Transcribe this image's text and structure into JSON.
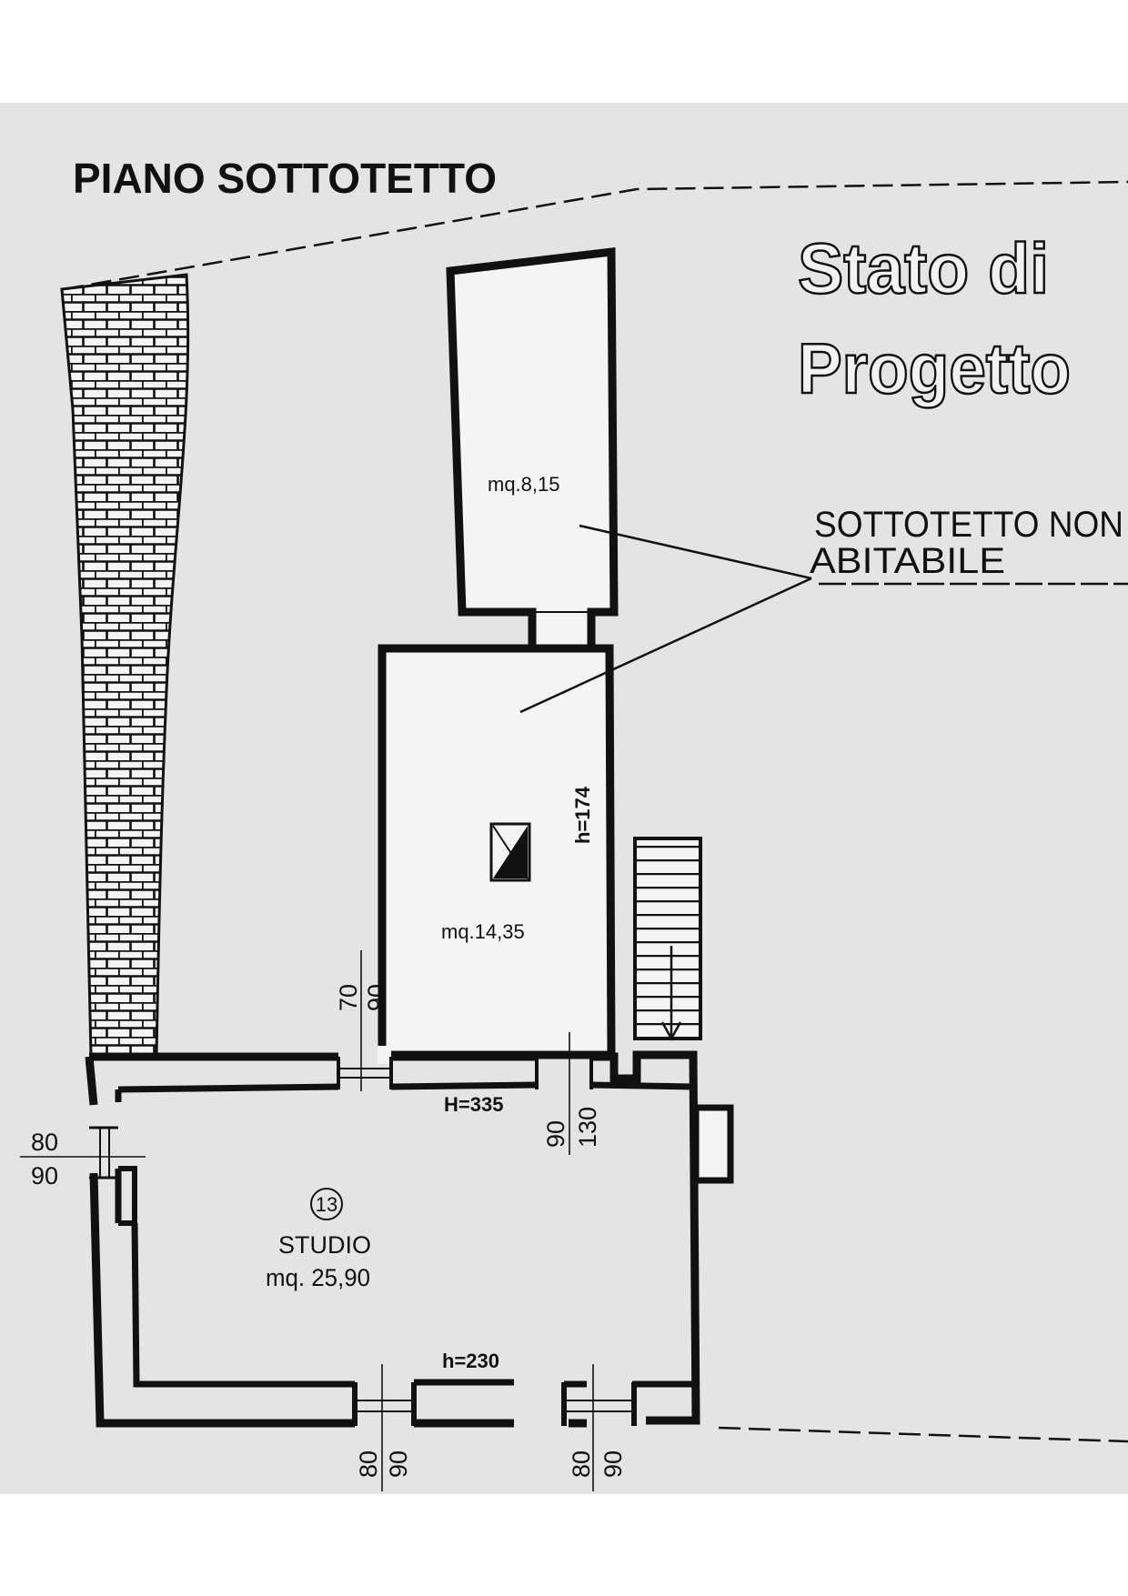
{
  "title": "PIANO SOTTOTETTO",
  "stamp": {
    "line1": "Stato di",
    "line2": "Progetto"
  },
  "rooms": {
    "upper": {
      "area": "mq.8,15"
    },
    "middle": {
      "area": "mq.14,35",
      "height": "h=174"
    },
    "studio": {
      "number": "13",
      "name": "STUDIO",
      "area": "mq. 25,90",
      "height_top": "H=335",
      "height_bottom": "h=230"
    }
  },
  "callout": {
    "line1": "SOTTOTETTO NON",
    "line2": "ABITABILE"
  },
  "openings": {
    "middle_left": {
      "a": "70",
      "b": "90"
    },
    "middle_right": {
      "a": "90",
      "b": "130"
    },
    "west": {
      "a": "80",
      "b": "90"
    },
    "south_left": {
      "a": "80",
      "b": "90"
    },
    "south_right": {
      "a": "80",
      "b": "90"
    }
  },
  "colors": {
    "paper": "#e4e4e4",
    "ink": "#111111",
    "wall_fill": "#ffffff"
  }
}
